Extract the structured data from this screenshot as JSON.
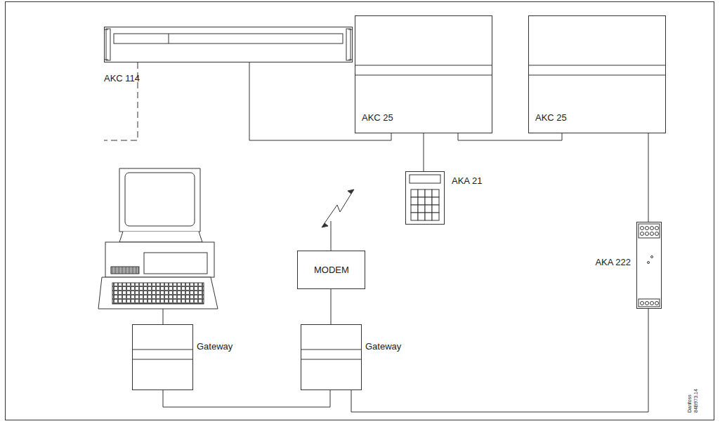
{
  "diagram": {
    "nodes": [
      {
        "text": [
          "AKC 114"
        ]
      },
      {
        "text": [
          "AKC 25"
        ]
      },
      {
        "text": [
          "AKC 25"
        ]
      },
      {
        "text": [
          "AKA 21"
        ]
      },
      {
        "text": [
          "MODEM"
        ]
      },
      {
        "text": [
          "AKA 222"
        ]
      },
      {
        "text": [
          "Gateway"
        ]
      },
      {
        "text": [
          "Gateway"
        ]
      }
    ],
    "edges": [
      {
        "from": 0,
        "to": 1,
        "arrow": "none"
      },
      {
        "from": 1,
        "to": 2,
        "arrow": "none"
      },
      {
        "from": 1,
        "to": 3,
        "arrow": "none"
      },
      {
        "from": 2,
        "to": 5,
        "arrow": "none"
      },
      {
        "from": 5,
        "to": 7,
        "arrow": "none"
      },
      {
        "from": 6,
        "to": 7,
        "arrow": "none"
      },
      {
        "from": 4,
        "to": 7,
        "arrow": "none"
      }
    ],
    "labels": [
      "Danfoss",
      "84B973.14"
    ]
  }
}
